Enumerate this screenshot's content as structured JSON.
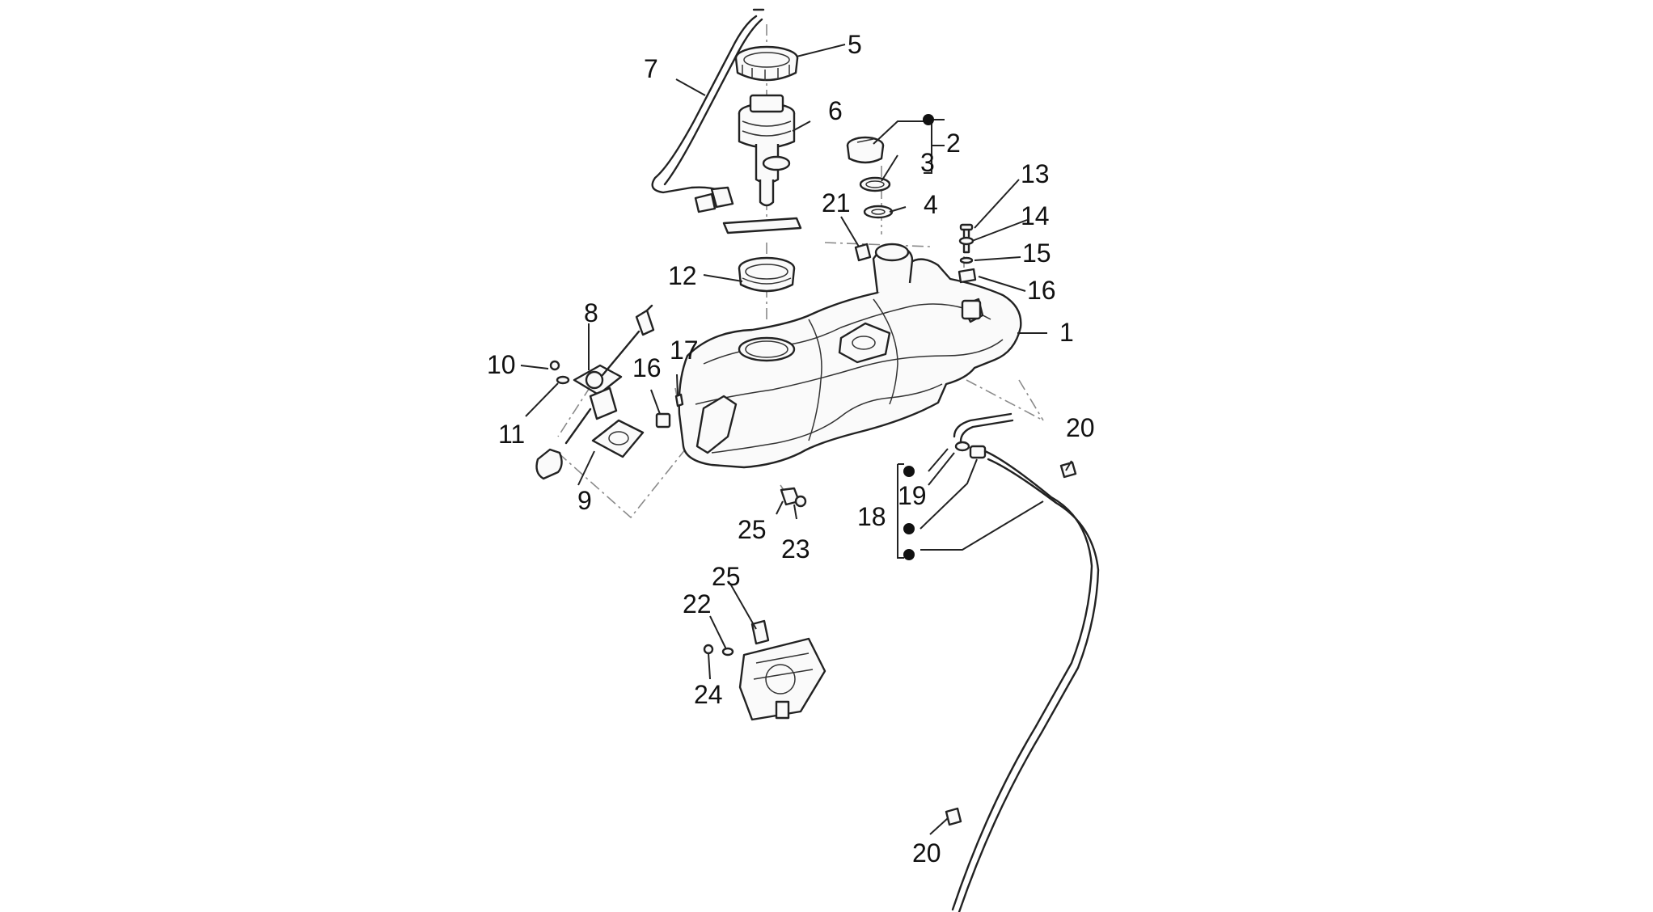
{
  "colors": {
    "line": "#222222",
    "phantom": "#8a8a8a",
    "background": "#ffffff"
  },
  "callouts": [
    {
      "id": "c1",
      "label": "1"
    },
    {
      "id": "c2",
      "label": "2"
    },
    {
      "id": "c3",
      "label": "3"
    },
    {
      "id": "c4",
      "label": "4"
    },
    {
      "id": "c5",
      "label": "5"
    },
    {
      "id": "c6",
      "label": "6"
    },
    {
      "id": "c7",
      "label": "7"
    },
    {
      "id": "c8",
      "label": "8"
    },
    {
      "id": "c9",
      "label": "9"
    },
    {
      "id": "c10",
      "label": "10"
    },
    {
      "id": "c11",
      "label": "11"
    },
    {
      "id": "c12",
      "label": "12"
    },
    {
      "id": "c13",
      "label": "13"
    },
    {
      "id": "c14",
      "label": "14"
    },
    {
      "id": "c15",
      "label": "15"
    },
    {
      "id": "c16a",
      "label": "16"
    },
    {
      "id": "c16b",
      "label": "16"
    },
    {
      "id": "c17",
      "label": "17"
    },
    {
      "id": "c18",
      "label": "18"
    },
    {
      "id": "c19",
      "label": "19"
    },
    {
      "id": "c20a",
      "label": "20"
    },
    {
      "id": "c20b",
      "label": "20"
    },
    {
      "id": "c21",
      "label": "21"
    },
    {
      "id": "c22",
      "label": "22"
    },
    {
      "id": "c23",
      "label": "23"
    },
    {
      "id": "c24",
      "label": "24"
    },
    {
      "id": "c25a",
      "label": "25"
    },
    {
      "id": "c25b",
      "label": "25"
    }
  ]
}
